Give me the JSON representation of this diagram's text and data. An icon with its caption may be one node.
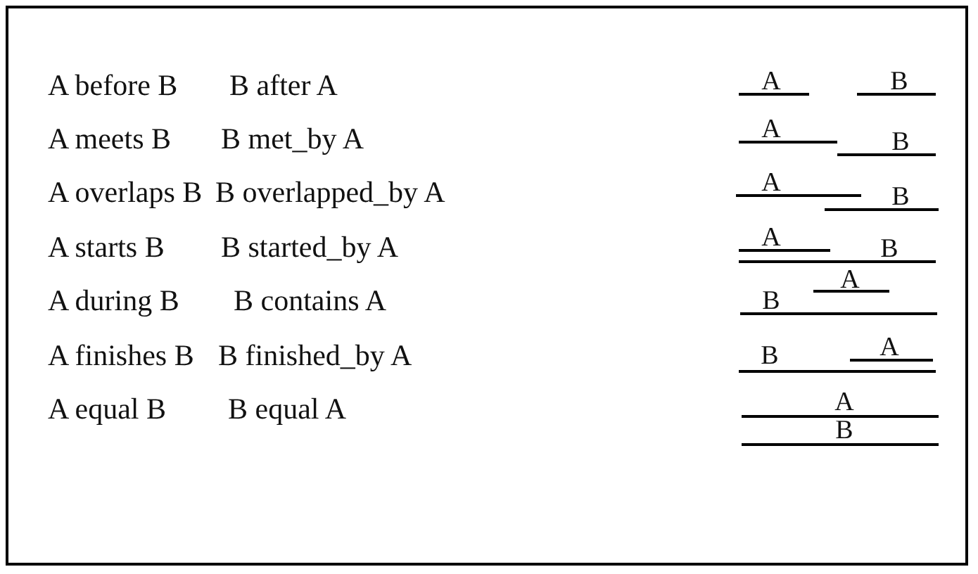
{
  "diagram": {
    "labels": [
      "A before B",
      "B after A",
      "A",
      "B",
      "A meets B",
      "B met_by A",
      "A",
      "B",
      "A overlaps B",
      "B overlapped_by A",
      "A",
      "B",
      "A starts B",
      "B started_by A",
      "A",
      "B",
      "A during B",
      "B contains A",
      "B",
      "A",
      "A finishes B",
      "B finished_by A",
      "B",
      "A",
      "A equal B",
      "B equal A",
      "A",
      "B"
    ]
  }
}
